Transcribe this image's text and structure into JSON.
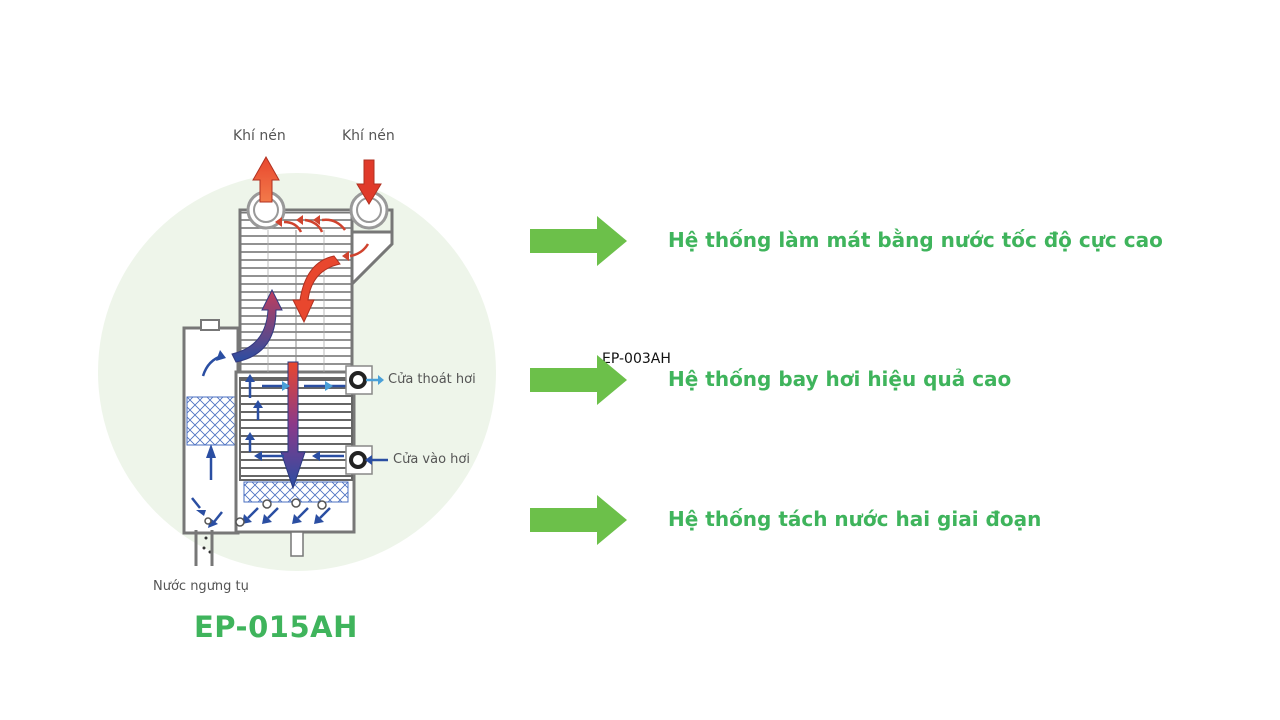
{
  "diagram": {
    "labels": {
      "compressed_air_out": "Khí nén",
      "compressed_air_in": "Khí nén",
      "refrigerant_outlet": "Cửa thoát hơi",
      "refrigerant_inlet": "Cửa vào hơi",
      "condensate": "Nước ngưng tụ"
    },
    "colors": {
      "hot": "#e8472e",
      "cold": "#2a4ea2",
      "mesh": "#4a6fc0",
      "circle_bg": "#eef5ea"
    }
  },
  "model": {
    "title": "EP-015AH",
    "subtitle": "EP-003AH"
  },
  "features": {
    "color": "#3fb45c",
    "arrow_color": "#6cc04a",
    "items": [
      "Hệ thống làm mát bằng nước tốc độ cực cao",
      "Hệ thống bay hơi hiệu quả cao",
      "Hệ thống tách nước hai giai đoạn"
    ]
  }
}
